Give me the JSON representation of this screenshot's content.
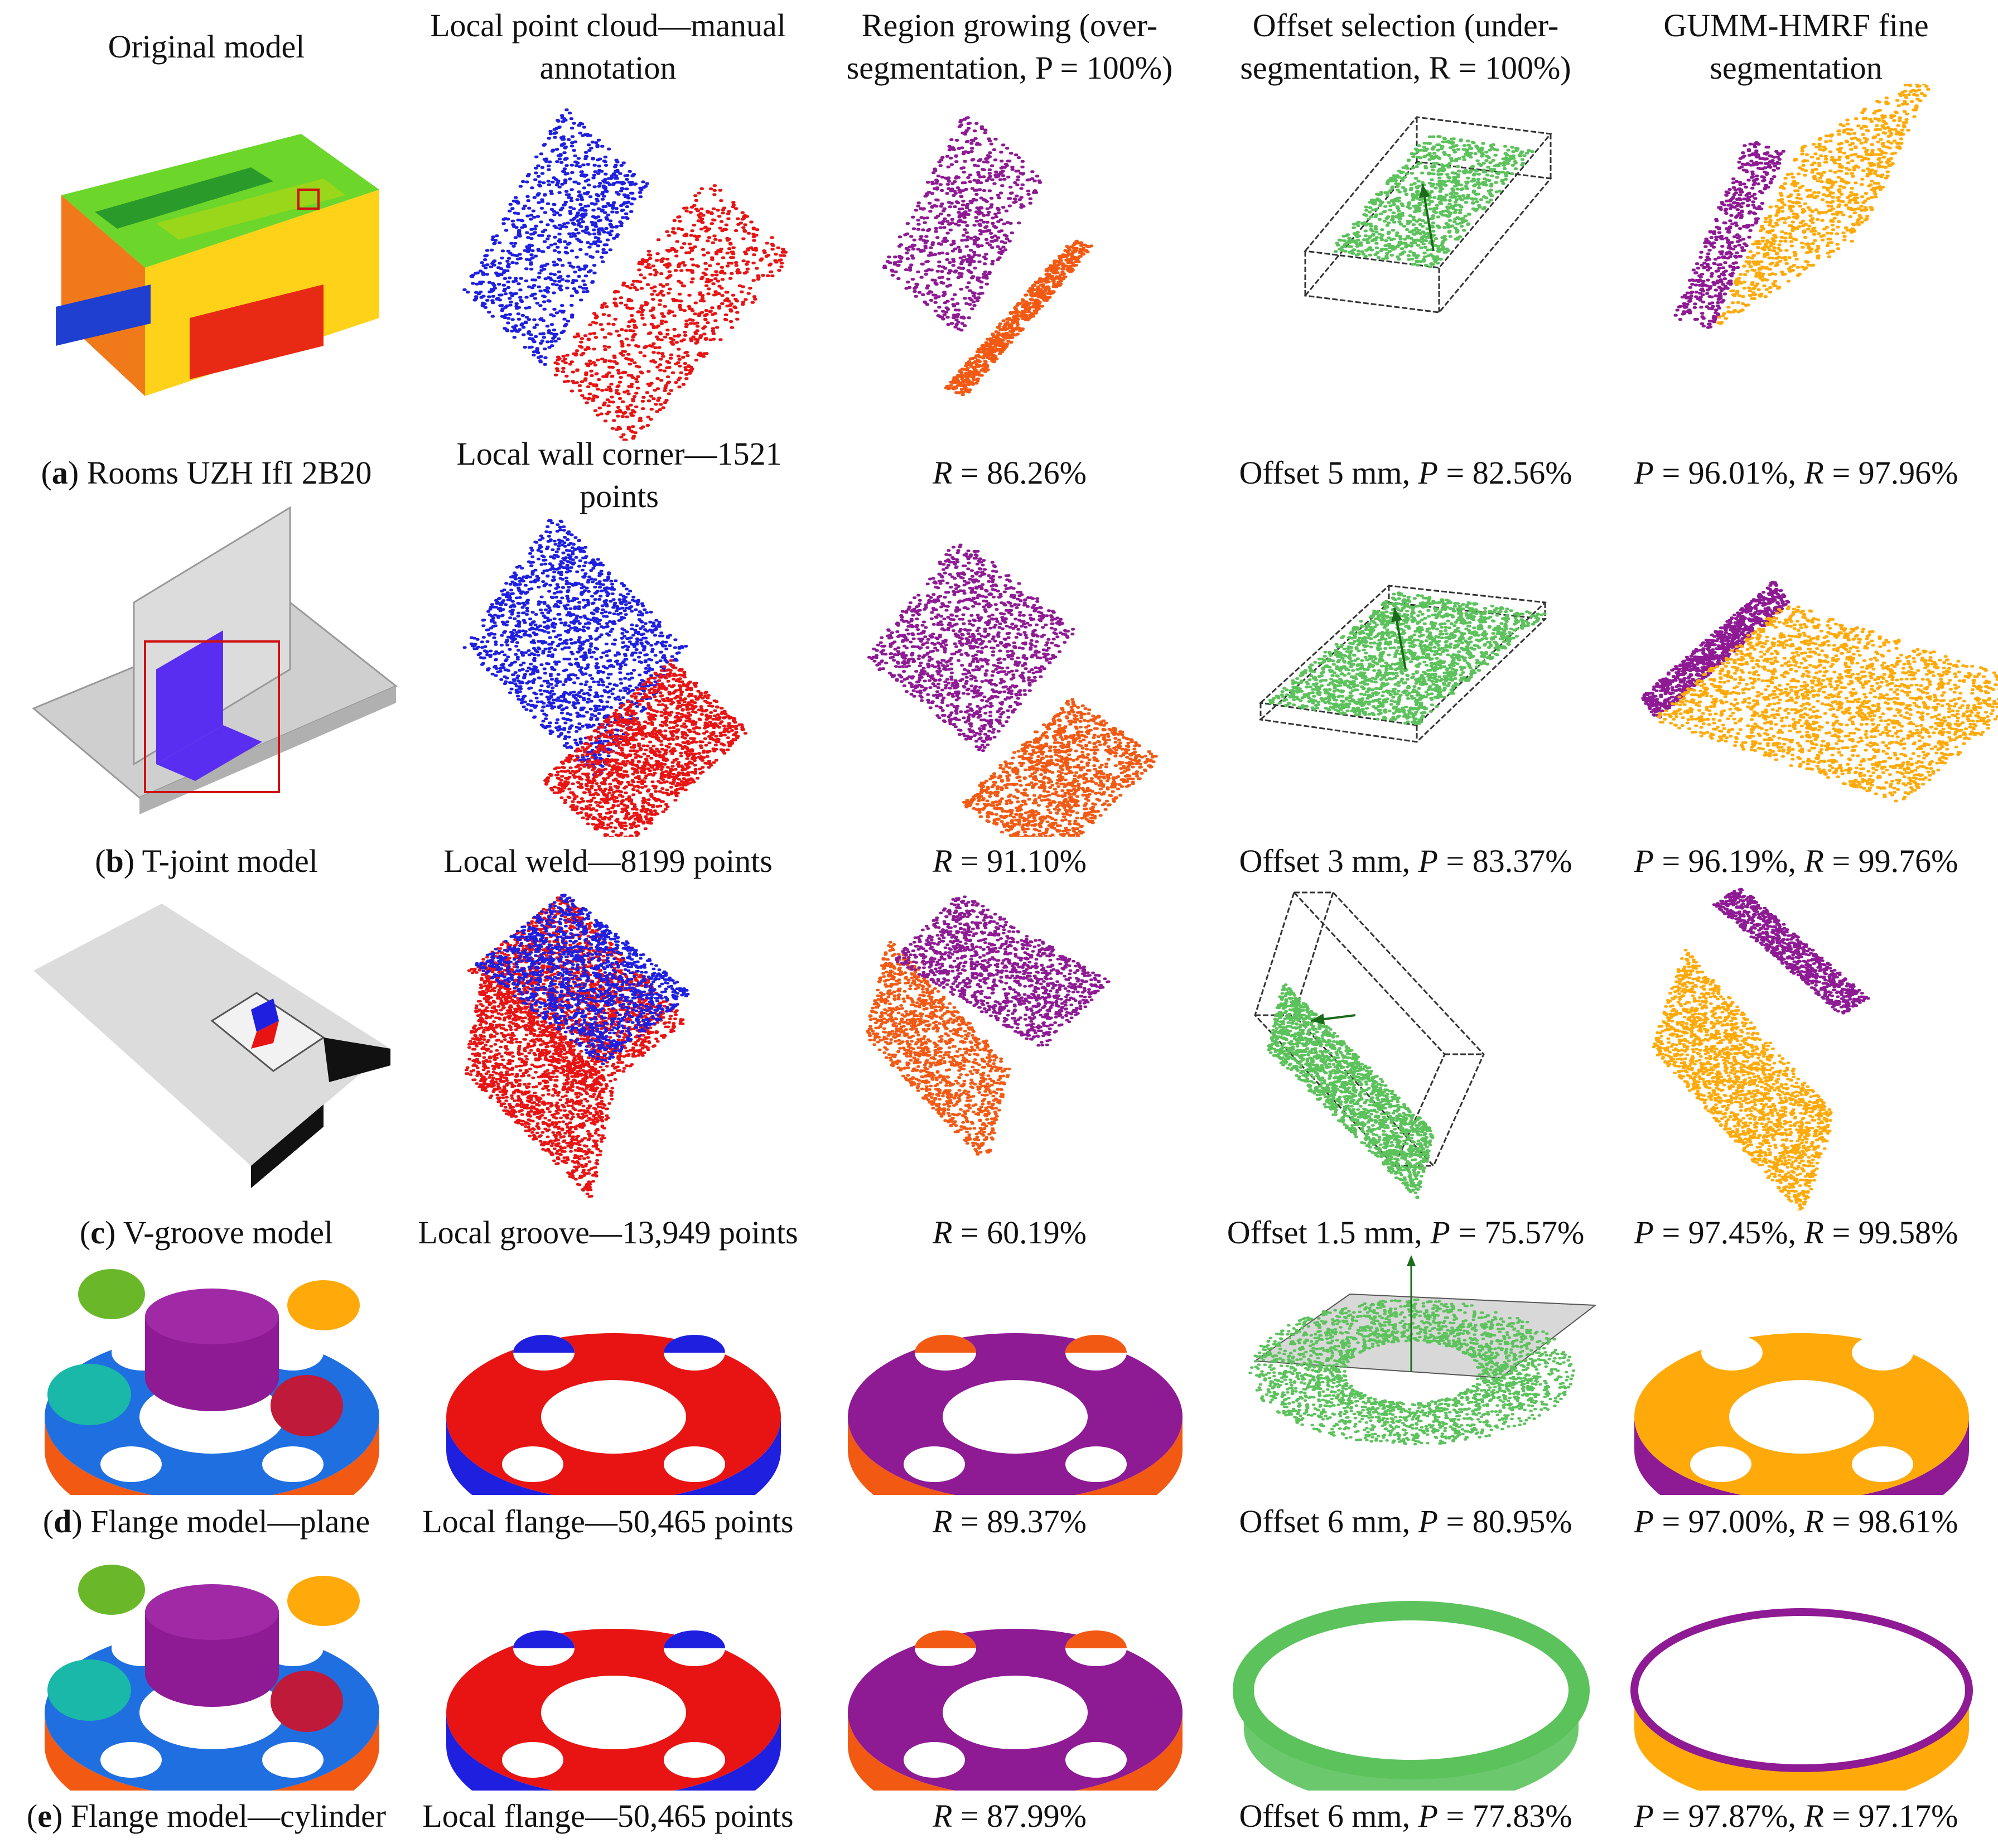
{
  "headers": [
    "Original model",
    "Local point cloud—manual annotation",
    "Region growing (over-segmentation, P = 100%)",
    "Offset selection (under-segmentation, R = 100%)",
    "GUMM-HMRF fine segmentation"
  ],
  "rows": [
    {
      "letter": "a",
      "model": "Rooms UZH IfI 2B20",
      "local": "Local wall corner—1521 points",
      "rg": "86.26%",
      "offset": "Offset 5 mm",
      "offset_p": "82.56%",
      "fine_p": "96.01%",
      "fine_r": "97.96%"
    },
    {
      "letter": "b",
      "model": "T-joint model",
      "local": "Local weld—8199 points",
      "rg": "91.10%",
      "offset": "Offset 3 mm",
      "offset_p": "83.37%",
      "fine_p": "96.19%",
      "fine_r": "99.76%"
    },
    {
      "letter": "c",
      "model": "V-groove model",
      "local": "Local groove—13,949 points",
      "rg": "60.19%",
      "offset": "Offset 1.5 mm",
      "offset_p": "75.57%",
      "fine_p": "97.45%",
      "fine_r": "99.58%"
    },
    {
      "letter": "d",
      "model": "Flange model—plane",
      "local": "Local flange—50,465 points",
      "rg": "89.37%",
      "offset": "Offset 6 mm",
      "offset_p": "80.95%",
      "fine_p": "97.00%",
      "fine_r": "98.61%"
    },
    {
      "letter": "e",
      "model": "Flange model—cylinder",
      "local": "Local flange—50,465 points",
      "rg": "87.99%",
      "offset": "Offset 6 mm",
      "offset_p": "77.83%",
      "fine_p": "97.87%",
      "fine_r": "97.17%"
    }
  ],
  "colors": {
    "blue": "#1f1fe0",
    "red": "#e81414",
    "purple": "#8e1a94",
    "orange": "#f25a14",
    "green": "#5cc25c",
    "amber": "#ffaa0a"
  }
}
